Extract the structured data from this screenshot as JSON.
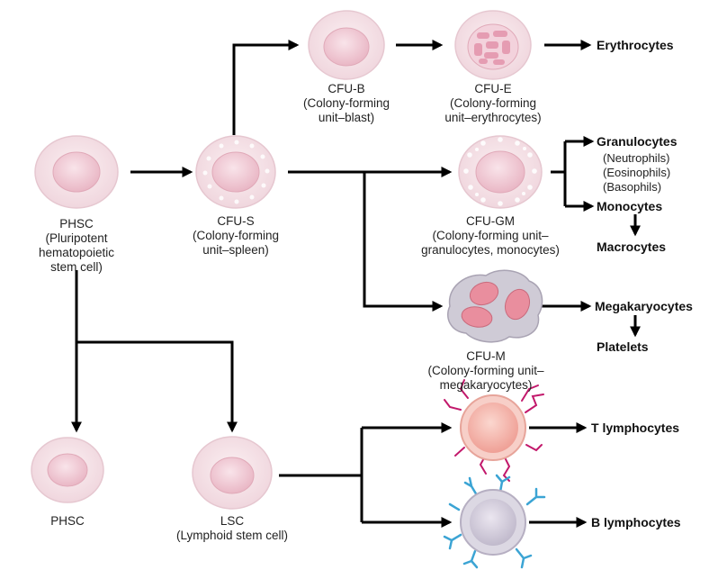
{
  "cells": {
    "phsc_main": {
      "name": "PHSC",
      "line1": "(Pluripotent",
      "line2": "hematopoietic",
      "line3": "stem cell)"
    },
    "cfu_s": {
      "name": "CFU-S",
      "line1": "(Colony-forming",
      "line2": "unit–spleen)"
    },
    "cfu_b": {
      "name": "CFU-B",
      "line1": "(Colony-forming",
      "line2": "unit–blast)"
    },
    "cfu_e": {
      "name": "CFU-E",
      "line1": "(Colony-forming",
      "line2": "unit–erythrocytes)"
    },
    "cfu_gm": {
      "name": "CFU-GM",
      "line1": "(Colony-forming unit–",
      "line2": "granulocytes, monocytes)"
    },
    "cfu_m": {
      "name": "CFU-M",
      "line1": "(Colony-forming unit–",
      "line2": "megakaryocytes)"
    },
    "phsc_bottom": {
      "name": "PHSC"
    },
    "lsc": {
      "name": "LSC",
      "line1": "(Lymphoid stem cell)"
    }
  },
  "outputs": {
    "erythrocytes": "Erythrocytes",
    "granulocytes": "Granulocytes",
    "neutrophils": "(Neutrophils)",
    "eosinophils": "(Eosinophils)",
    "basophils": "(Basophils)",
    "monocytes": "Monocytes",
    "macrocytes": "Macrocytes",
    "megakaryocytes": "Megakaryocytes",
    "platelets": "Platelets",
    "t_lymphocytes": "T lymphocytes",
    "b_lymphocytes": "B lymphocytes"
  },
  "colors": {
    "cell_fill": "#f6e3e8",
    "nucleus_fill": "#f0c6d0",
    "erythro_pattern": "#e59cb2",
    "mega_fill": "#c9c6d0",
    "mega_nucleus": "#e98e9e",
    "t_cell": "#f2a9a0",
    "t_process": "#c2186b",
    "b_cell": "#cfcbd8",
    "b_receptor": "#3ba4d4",
    "arrow": "#000000"
  }
}
